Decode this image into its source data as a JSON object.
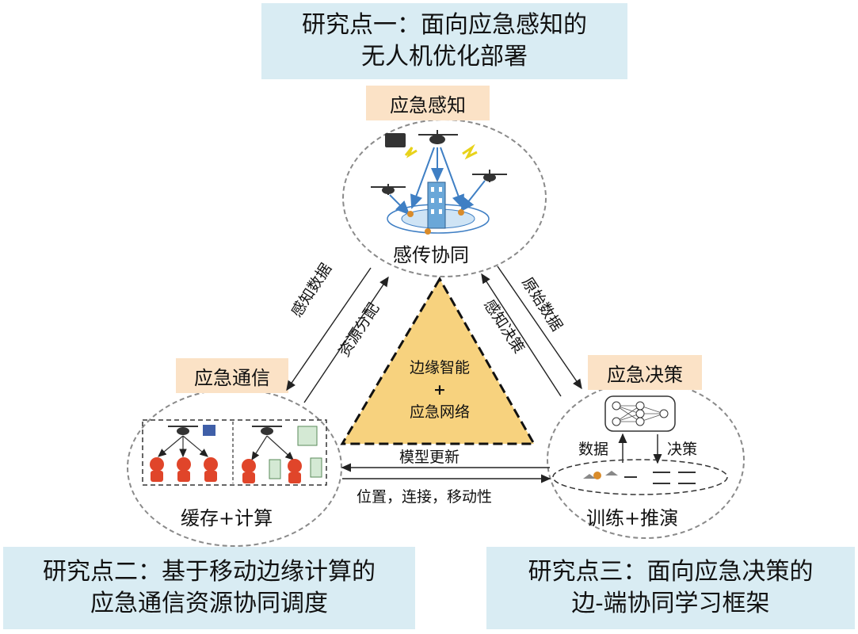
{
  "research_point_1": {
    "line1": "研究点一：面向应急感知的",
    "line2": "无人机优化部署"
  },
  "research_point_2": {
    "line1": "研究点二：基于移动边缘计算的",
    "line2": "应急通信资源协同调度"
  },
  "research_point_3": {
    "line1": "研究点三：面向应急决策的",
    "line2": "边-端协同学习框架"
  },
  "nodes": {
    "sensing": {
      "title": "应急感知",
      "caption": "感传协同"
    },
    "communication": {
      "title": "应急通信",
      "caption": "缓存+计算"
    },
    "decision": {
      "title": "应急决策",
      "caption": "训练+推演",
      "data_label": "数据",
      "decision_label": "决策"
    }
  },
  "center": {
    "line1": "边缘智能",
    "plus": "+",
    "line2": "应急网络"
  },
  "links": {
    "sensing_data": "感知数据",
    "resource_allocation": "资源分配",
    "sensing_decision": "感知决策",
    "raw_data": "原始数据",
    "model_update": "模型更新",
    "position_connection_mobility": "位置，连接，移动性"
  },
  "colors": {
    "blue_box": "#d9ecf3",
    "peach_box": "#fbe2c6",
    "triangle_fill": "#f7d27e",
    "drone": "#333333",
    "arrow": "#3f7fc4"
  }
}
